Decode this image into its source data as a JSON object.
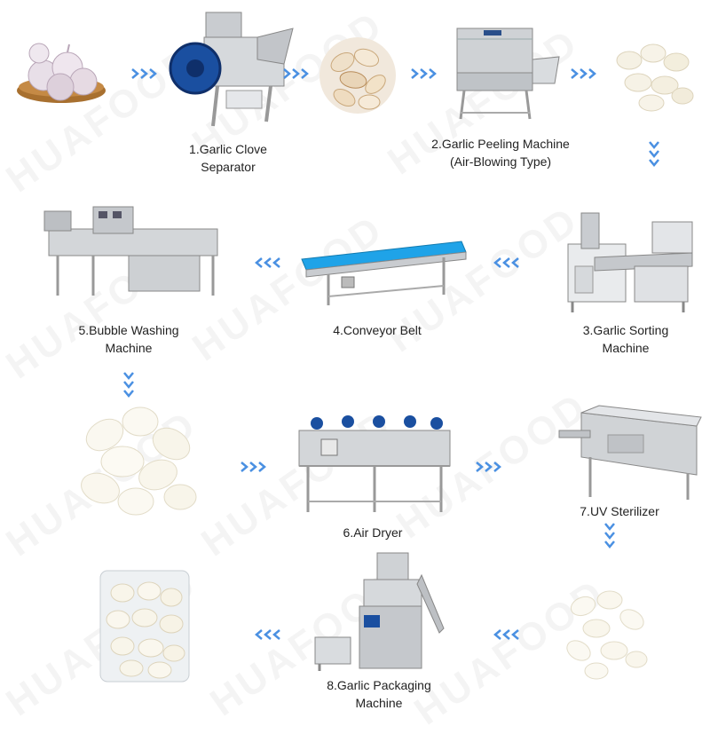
{
  "watermark": "HUAFOOD",
  "steps": [
    {
      "id": "1",
      "line1": "1.Garlic Clove",
      "line2": "Separator"
    },
    {
      "id": "2",
      "line1": "2.Garlic Peeling Machine",
      "line2": "(Air-Blowing Type)"
    },
    {
      "id": "3",
      "line1": "3.Garlic Sorting",
      "line2": "Machine"
    },
    {
      "id": "4",
      "line1": "4.Conveyor Belt",
      "line2": ""
    },
    {
      "id": "5",
      "line1": "5.Bubble Washing",
      "line2": "Machine"
    },
    {
      "id": "6",
      "line1": "6.Air Dryer",
      "line2": ""
    },
    {
      "id": "7",
      "line1": "7.UV Sterilizer",
      "line2": ""
    },
    {
      "id": "8",
      "line1": "8.Garlic Packaging",
      "line2": "Machine"
    }
  ],
  "colors": {
    "arrow": "#4a90e2",
    "steel": "#c9ccd0",
    "belt": "#1fa3e8",
    "motor": "#1a4fa0",
    "garlic": "#f3eee0"
  }
}
